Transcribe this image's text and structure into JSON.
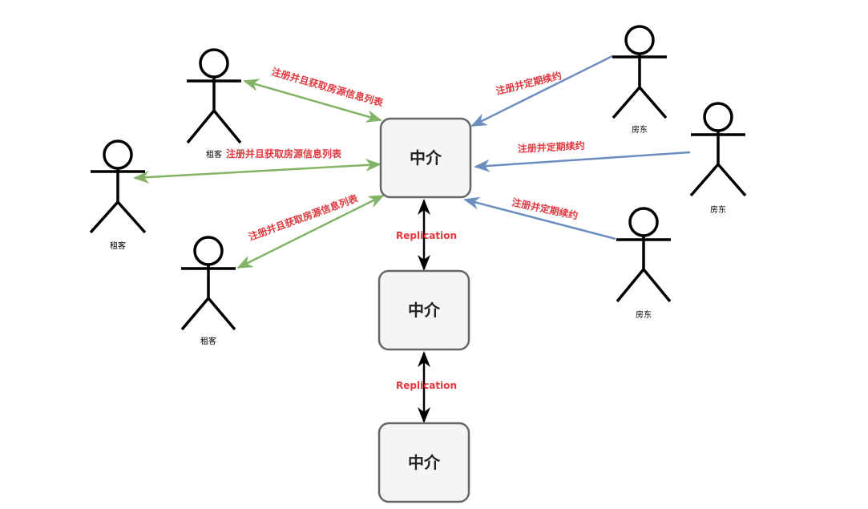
{
  "colors": {
    "tenant_edge": "#82b366",
    "landlord_edge": "#6c8ebf",
    "edge_label": "#e0383e",
    "box_fill": "#f5f5f5",
    "box_stroke": "#666666",
    "replication_edge": "#000000"
  },
  "boxes": [
    {
      "label": "中介"
    },
    {
      "label": "中介"
    },
    {
      "label": "中介"
    }
  ],
  "tenants": [
    {
      "label": "租客"
    },
    {
      "label": "租客"
    },
    {
      "label": "租客"
    }
  ],
  "landlords": [
    {
      "label": "房东"
    },
    {
      "label": "房东"
    },
    {
      "label": "房东"
    }
  ],
  "tenant_edges": [
    {
      "label": "注册并且获取房源信息列表"
    },
    {
      "label": "注册并且获取房源信息列表"
    },
    {
      "label": "注册并且获取房源信息列表"
    }
  ],
  "landlord_edges": [
    {
      "label": "注册并定期续约"
    },
    {
      "label": "注册并定期续约"
    },
    {
      "label": "注册并定期续约"
    }
  ],
  "replication_edges": [
    {
      "label": "Replication"
    },
    {
      "label": "Replication"
    }
  ]
}
